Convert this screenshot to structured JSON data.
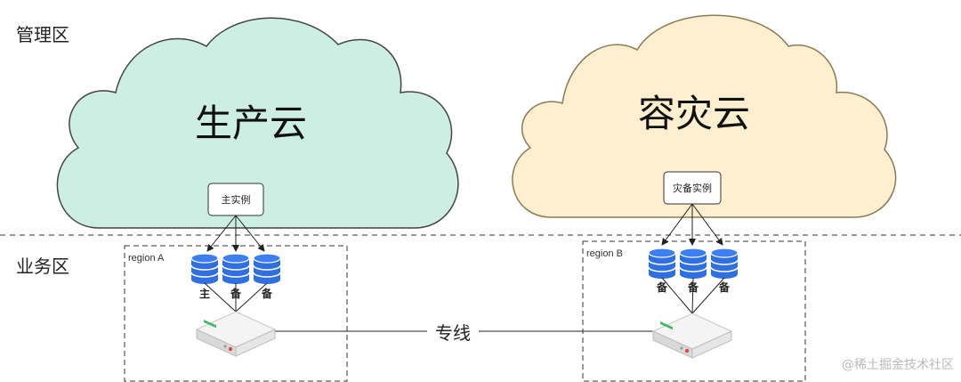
{
  "zones": {
    "management": "管理区",
    "business": "业务区"
  },
  "clouds": {
    "production": {
      "title": "生产云",
      "instance": "主实例",
      "fill": "#cdeee3"
    },
    "disaster": {
      "title": "容灾云",
      "instance": "灾备实例",
      "fill": "#fdefcf"
    }
  },
  "regions": {
    "a": {
      "label": "region A",
      "dbs": [
        "主",
        "备",
        "备"
      ]
    },
    "b": {
      "label": "region B",
      "dbs": [
        "备",
        "备",
        "备"
      ]
    }
  },
  "link": {
    "label": "专线"
  },
  "watermark": "@稀土掘金技术社区",
  "colors": {
    "db_blue": "#2f6fe0",
    "cloud_stroke": "#444444",
    "dashed": "#333333"
  }
}
